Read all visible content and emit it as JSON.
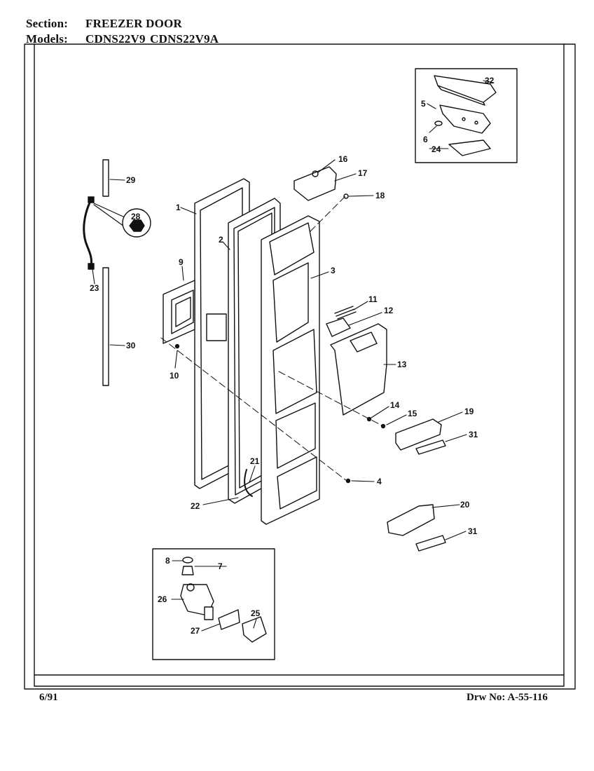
{
  "header": {
    "section_label": "Section:",
    "section_value": "FREEZER DOOR",
    "models_label": "Models:",
    "models_value": "CDNS22V9  CDNS22V9A"
  },
  "footer": {
    "date": "6/91",
    "drawing_number": "Drw No: A-55-116"
  },
  "callouts": {
    "c1": "1",
    "c2": "2",
    "c3": "3",
    "c4": "4",
    "c5": "5",
    "c6": "6",
    "c7": "7",
    "c8": "8",
    "c9": "9",
    "c10": "10",
    "c11": "11",
    "c12": "12",
    "c13": "13",
    "c14": "14",
    "c15": "15",
    "c16": "16",
    "c17": "17",
    "c18": "18",
    "c19": "19",
    "c20": "20",
    "c21": "21",
    "c22": "22",
    "c23": "23",
    "c24": "24",
    "c25": "25",
    "c26": "26",
    "c27": "27",
    "c28": "28",
    "c29": "29",
    "c30": "30",
    "c31a": "31",
    "c31b": "31",
    "c32": "32"
  }
}
